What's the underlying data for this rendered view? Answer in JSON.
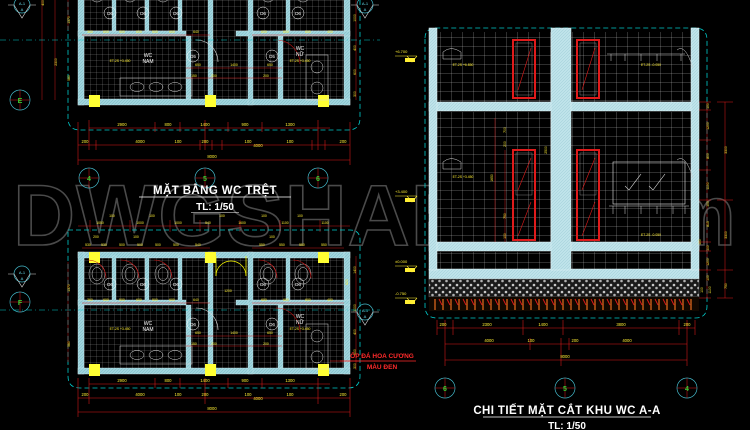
{
  "app": {
    "name": "autocad-drawing-viewer",
    "background_color": "#000000"
  },
  "watermark": {
    "text": "DWGSHARE.com",
    "color": "#4a4a4a"
  },
  "drawings": [
    {
      "id": "plan-ground-floor",
      "title": "MẶT BẰNG WC TRỆT",
      "scale_label": "TL: 1/50",
      "rooms": [
        {
          "label_line1": "WC",
          "label_line2": "NAM"
        },
        {
          "label_line1": "WC",
          "label_line2": "NỮ"
        }
      ],
      "door_tags": [
        "D6",
        "D6",
        "D6",
        "D5",
        "D6",
        "D6",
        "D5"
      ],
      "grid_bubbles": [
        "4",
        "5",
        "6"
      ],
      "axis_bubbles": [
        "E",
        "F"
      ],
      "section_marks": [
        "A-1",
        "A"
      ],
      "dim_chain_bottom_1": [
        "2900",
        "800",
        "1400",
        "900",
        "1300"
      ],
      "dim_chain_bottom_2": [
        "200",
        "4000",
        "100",
        "200",
        "100",
        "4000",
        "100",
        "200"
      ],
      "dim_total": "8000",
      "dim_inner_row": [
        "360",
        "600",
        "500",
        "600",
        "500",
        "600",
        "640",
        "600",
        "600",
        "600",
        "400"
      ],
      "dim_inner_row2": [
        "650",
        "1400",
        "650"
      ],
      "dim_inner_row3": [
        "150",
        "200",
        "200",
        "200"
      ],
      "dim_door_width": "1200",
      "dim_gap": [
        "100",
        "100",
        "100"
      ],
      "dim_left_vertical": [
        "1400",
        "100",
        "1370",
        "2300",
        "4000",
        "350",
        "580"
      ],
      "dim_right_vertical": [
        "1400",
        "600",
        "1000",
        "400",
        "600",
        "300",
        "500"
      ],
      "level_tag": "ET-2S +3.450"
    },
    {
      "id": "plan-upper-floor",
      "title": "",
      "scale_label": "",
      "rooms": [
        {
          "label_line1": "WC",
          "label_line2": "NAM"
        },
        {
          "label_line1": "WC",
          "label_line2": "NỮ"
        }
      ],
      "door_tags": [
        "D6",
        "D6",
        "D6",
        "D6",
        "D6",
        "D6",
        "D6"
      ],
      "grid_bubbles": [
        "4",
        "5",
        "6"
      ],
      "axis_bubbles": [
        "E",
        "F"
      ],
      "section_marks": [
        "A-1",
        "A"
      ],
      "note": {
        "line1": "ỐP ĐÁ HOA CƯƠNG",
        "line2": "MÀU ĐEN"
      },
      "dim_chain_top_1": [
        "1050",
        "1000",
        "1000",
        "540",
        "1600",
        "1100",
        "1100"
      ],
      "dim_chain_top_2": [
        "530",
        "530",
        "500",
        "500",
        "500",
        "500",
        "540",
        "550",
        "550",
        "550",
        "550"
      ],
      "dim_chain_top_gaps": [
        "100",
        "100",
        "100",
        "100",
        "100",
        "200",
        "100",
        "100"
      ],
      "dim_chain_bottom_1": [
        "2900",
        "800",
        "1400",
        "900",
        "1300"
      ],
      "dim_chain_bottom_2": [
        "200",
        "4000",
        "100",
        "200",
        "100",
        "4000",
        "100",
        "200"
      ],
      "dim_total": "8000",
      "dim_inner_row": [
        "360",
        "600",
        "500",
        "600",
        "500",
        "600",
        "640",
        "600",
        "600",
        "600",
        "400"
      ],
      "dim_inner_row2": [
        "650",
        "1400",
        "650"
      ],
      "dim_inner_row3": [
        "150",
        "200",
        "200",
        "200"
      ],
      "dim_door_width": "1200",
      "dim_left_vertical": [
        "1370",
        "350",
        "580"
      ],
      "dim_right_vertical": [
        "1400",
        "620",
        "1000",
        "400",
        "600",
        "300",
        "500"
      ],
      "level_tag": "ET-2S +3.450"
    },
    {
      "id": "section-wc-aa",
      "title": "CHI TIẾT MẶT CẮT KHU WC A-A",
      "scale_label": "TL: 1/50",
      "grid_bubbles": [
        "6",
        "5",
        "4"
      ],
      "level_markers": [
        "+6.700",
        "+3.400",
        "±0.000",
        "-0.750"
      ],
      "dim_chain_bottom_1": [
        "200",
        "2300",
        "1400",
        "3800",
        "200"
      ],
      "dim_chain_bottom_2": [
        "4000",
        "100",
        "200",
        "4000"
      ],
      "dim_total": "8000",
      "dim_right_inner": [
        "100",
        "1200",
        "800",
        "1100",
        "100",
        "815",
        "100",
        "100",
        "1200",
        "100",
        "100",
        "1100"
      ],
      "dim_right_outer": [
        "3300",
        "3300",
        "750"
      ],
      "dim_mid": [
        "1650",
        "200",
        "700",
        "750",
        "100",
        "2500"
      ],
      "level_tags": [
        "ET-2S +6.850",
        "ET-2S +3.450",
        "ET-2S -0.050",
        "ET-2S -0.050"
      ]
    }
  ],
  "colors": {
    "wall_fill": "#9fd4dd",
    "dimension_red": "#e01b1b",
    "dimension_yellow": "#ffee33",
    "tile_grid": "#d8d8d8",
    "cyan_dashed": "#00cccc",
    "green_text": "#33cc33",
    "fixture_red": "#cc1111",
    "floor_hatch_orange": "#ff7722",
    "door_yellow": "#ffff00",
    "column_yellow": "#ffff33"
  }
}
